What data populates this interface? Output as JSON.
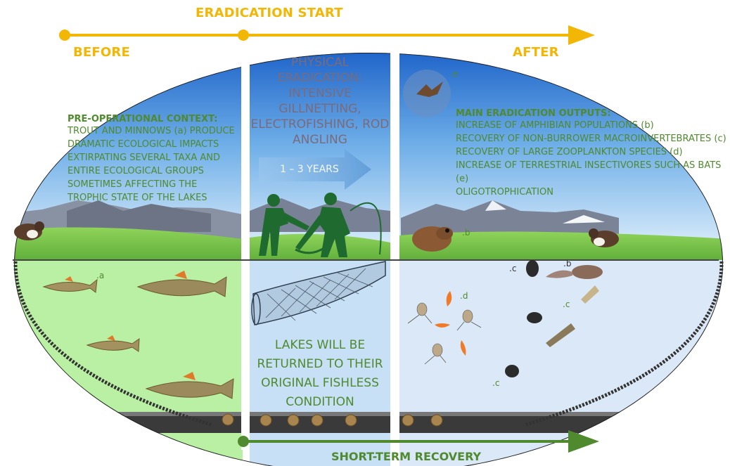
{
  "timeline": {
    "start_label": "ERADICATION START",
    "before_label": "BEFORE",
    "after_label": "AFTER",
    "recovery_label": "SHORT-TERM RECOVERY"
  },
  "left_panel": {
    "heading": "PRE-OPERATIONAL CONTEXT:",
    "lines": [
      "TROUT AND MINNOWS (a) PRODUCE",
      "DRAMATIC ECOLOGICAL IMPACTS",
      "EXTIRPATING SEVERAL TAXA AND",
      "ENTIRE ECOLOGICAL GROUPS",
      "SOMETIMES AFFECTING THE",
      "TROPHIC STATE OF THE LAKES"
    ],
    "fish_label": ".a"
  },
  "center_panel": {
    "heading_lines": [
      "PHYSICAL",
      "ERADICATION:",
      "INTENSIVE",
      "GILLNETTING,",
      "ELECTROFISHING, ROD",
      "ANGLING"
    ],
    "duration": "1 – 3 YEARS",
    "outcome_lines": [
      "LAKES WILL BE",
      "RETURNED TO THEIR",
      "ORIGINAL FISHLESS",
      "CONDITION"
    ]
  },
  "right_panel": {
    "heading": "MAIN ERADICATION OUTPUTS:",
    "lines": [
      "INCREASE OF AMPHIBIAN POPULATIONS (b)",
      "RECOVERY OF NON-BURROWER MACROINVERTEBRATES (c)",
      "RECOVERY OF LARGE ZOOPLANKTON SPECIES (d)",
      "INCREASE OF TERRESTRIAL INSECTIVORES SUCH AS BATS (e)",
      "OLIGOTROPHICATION"
    ],
    "labels": {
      "e": ".e",
      "b_frog": ".b",
      "b_tadpole": ".b",
      "c1": ".c",
      "c2": ".c",
      "c3": ".c",
      "d": ".d"
    }
  },
  "colors": {
    "accent_yellow": "#f2b705",
    "accent_green": "#4f8a2e",
    "sky_top": "#1f6fd1",
    "sky_bottom": "#d6ebfa",
    "meadow": "#7ec850",
    "water_left": "#b9f0a3",
    "water_right": "#dbe8f7"
  }
}
